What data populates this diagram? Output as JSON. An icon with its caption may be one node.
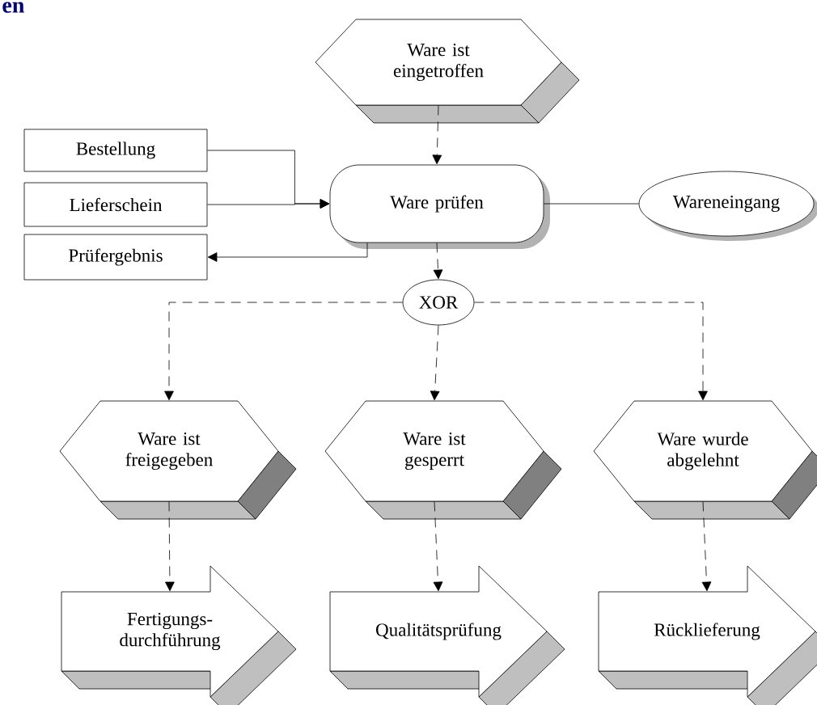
{
  "diagram": {
    "title": "en",
    "nodes": [
      {
        "text": [
          "Ware ist eingetroffen"
        ]
      },
      {
        "text": [
          "Bestellung"
        ]
      },
      {
        "text": [
          "Lieferschein"
        ]
      },
      {
        "text": [
          "Prüfergebnis"
        ]
      },
      {
        "text": [
          "Ware prüfen"
        ]
      },
      {
        "text": [
          "Wareneingang"
        ]
      },
      {
        "text": [
          "XOR"
        ]
      },
      {
        "text": [
          "Ware ist freigegeben"
        ]
      },
      {
        "text": [
          "Ware ist gesperrt"
        ]
      },
      {
        "text": [
          "Ware wurde abgelehnt"
        ]
      },
      {
        "text": [
          "Fertigungs- durchführung"
        ]
      },
      {
        "text": [
          "Qualitätsprüfung"
        ]
      },
      {
        "text": [
          "Rücklieferung"
        ]
      }
    ],
    "edges": [
      {
        "from": 0,
        "to": 4,
        "arrow": "to",
        "style": "dashed"
      },
      {
        "from": 1,
        "to": 4,
        "arrow": "to"
      },
      {
        "from": 2,
        "to": 4,
        "arrow": "to"
      },
      {
        "from": 4,
        "to": 3,
        "arrow": "to"
      },
      {
        "from": 4,
        "to": 5,
        "arrow": "none"
      },
      {
        "from": 4,
        "to": 6,
        "arrow": "to",
        "style": "dashed"
      },
      {
        "from": 6,
        "to": 7,
        "arrow": "to",
        "style": "dashed"
      },
      {
        "from": 6,
        "to": 8,
        "arrow": "to",
        "style": "dashed"
      },
      {
        "from": 6,
        "to": 9,
        "arrow": "to",
        "style": "dashed"
      },
      {
        "from": 7,
        "to": 10,
        "arrow": "to",
        "style": "dashed"
      },
      {
        "from": 8,
        "to": 11,
        "arrow": "to",
        "style": "dashed"
      },
      {
        "from": 9,
        "to": 12,
        "arrow": "to",
        "style": "dashed"
      }
    ]
  }
}
